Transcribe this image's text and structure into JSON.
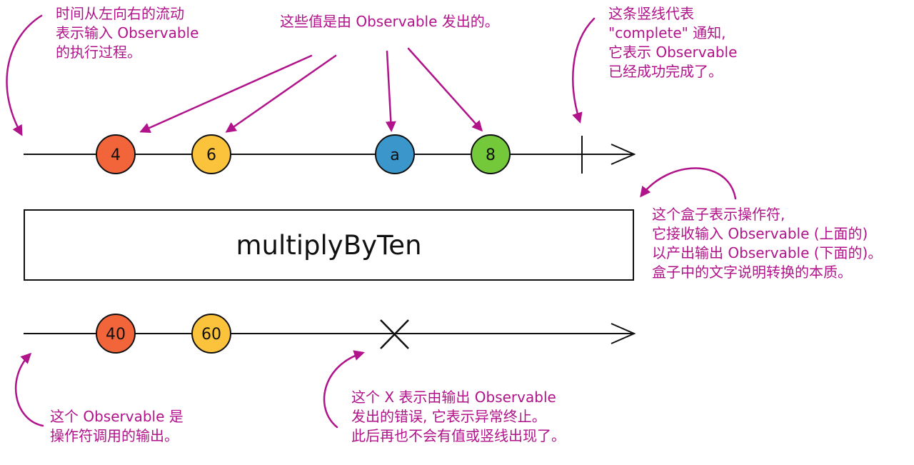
{
  "operator": {
    "name": "multiplyByTen"
  },
  "input_stream": {
    "marbles": [
      {
        "label": "4",
        "color": "#f2643a"
      },
      {
        "label": "6",
        "color": "#fbc23c"
      },
      {
        "label": "a",
        "color": "#3b97cb"
      },
      {
        "label": "8",
        "color": "#74c93b"
      }
    ],
    "completes": true
  },
  "output_stream": {
    "marbles": [
      {
        "label": "40",
        "color": "#f2643a"
      },
      {
        "label": "60",
        "color": "#fbc23c"
      }
    ],
    "errors": true
  },
  "annotation_color": "#b0138a",
  "annotations": {
    "time": [
      "时间从左向右的流动",
      "表示输入 Observable",
      "的执行过程。"
    ],
    "values": [
      "这些值是由 Observable 发出的。"
    ],
    "complete": [
      "这条竖线代表",
      "\"complete\" 通知,",
      "它表示 Observable",
      "已经成功完成了。"
    ],
    "operator": [
      "这个盒子表示操作符,",
      "它接收输入 Observable (上面的)",
      "以产出输出 Observable (下面的)。",
      "盒子中的文字说明转换的本质。"
    ],
    "output": [
      "这个 Observable 是",
      "操作符调用的输出。"
    ],
    "error": [
      "这个 X 表示由输出 Observable",
      "发出的错误, 它表示异常终止。",
      "此后再也不会有值或竖线出现了。"
    ]
  }
}
